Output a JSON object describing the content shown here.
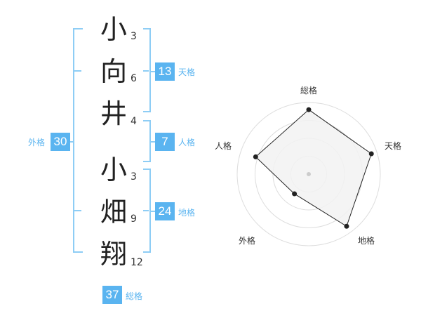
{
  "surname": [
    {
      "char": "小",
      "strokes": "3"
    },
    {
      "char": "向",
      "strokes": "6"
    },
    {
      "char": "井",
      "strokes": "4"
    }
  ],
  "given_name": [
    {
      "char": "小",
      "strokes": "3"
    },
    {
      "char": "畑",
      "strokes": "9"
    },
    {
      "char": "翔",
      "strokes": "12"
    }
  ],
  "kakaku": {
    "tenkaku": {
      "value": "13",
      "label": "天格"
    },
    "jinkaku": {
      "value": "7",
      "label": "人格"
    },
    "chikaku": {
      "value": "24",
      "label": "地格"
    },
    "gaikaku": {
      "value": "30",
      "label": "外格"
    },
    "soukaku": {
      "value": "37",
      "label": "総格"
    }
  },
  "radar": {
    "axes": [
      "総格",
      "天格",
      "地格",
      "外格",
      "人格"
    ],
    "values": [
      0.9,
      0.92,
      0.9,
      0.34,
      0.78
    ],
    "max": 1,
    "grid_levels": 4,
    "fill_color": "#f2f2f2",
    "line_color": "#222222",
    "grid_color": "#dddddd"
  },
  "colors": {
    "accent": "#5ab4f0",
    "bracket": "#8ecdf5"
  }
}
